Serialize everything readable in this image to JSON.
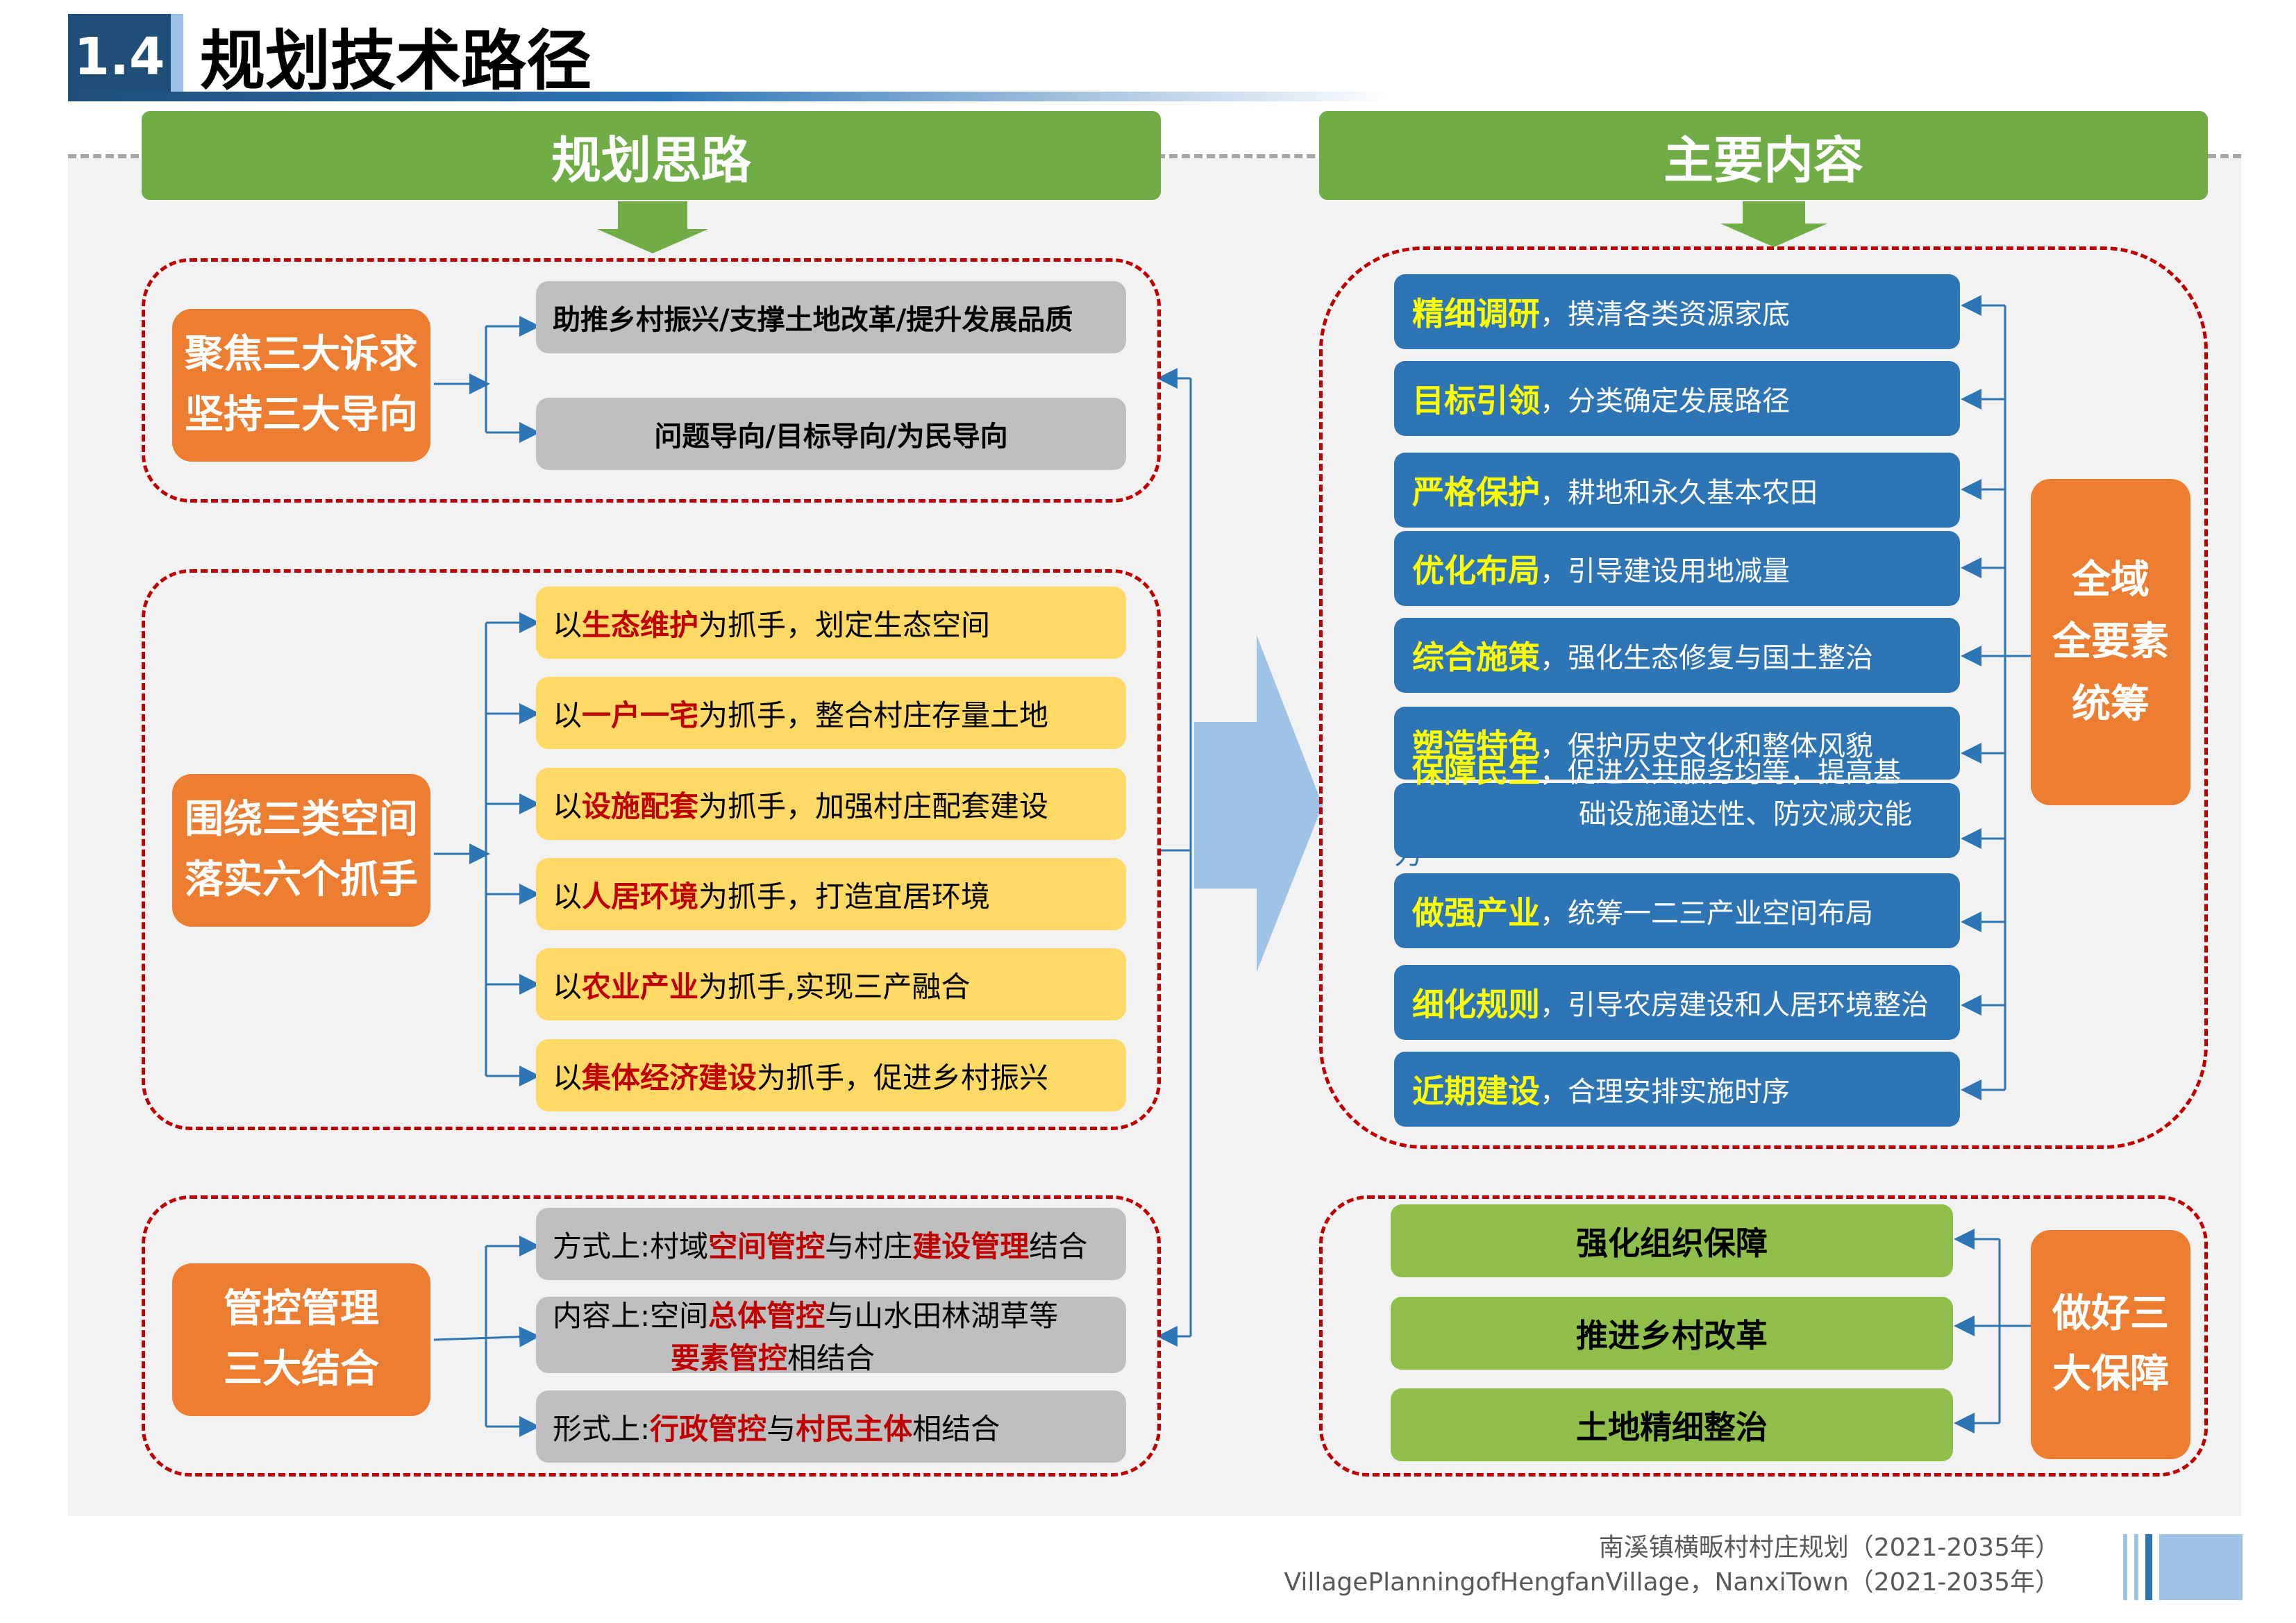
{
  "header": {
    "section_number": "1.4",
    "title": "规划技术路径"
  },
  "left": {
    "heading": "规划思路",
    "group1": {
      "badge": [
        "聚焦三大诉求",
        "坚持三大导向"
      ],
      "items": [
        "助推乡村振兴/支撑土地改革/提升发展品质",
        "问题导向/目标导向/为民导向"
      ]
    },
    "group2": {
      "badge": [
        "围绕三类空间",
        "落实六个抓手"
      ],
      "items": [
        {
          "pre": "以",
          "key": "生态维护",
          "post": "为抓手，划定生态空间"
        },
        {
          "pre": "以",
          "key": "一户一宅",
          "post": "为抓手，整合村庄存量土地"
        },
        {
          "pre": "以",
          "key": "设施配套",
          "post": "为抓手，加强村庄配套建设"
        },
        {
          "pre": "以",
          "key": "人居环境",
          "post": "为抓手，打造宜居环境"
        },
        {
          "pre": "以",
          "key": "农业产业",
          "post": "为抓手,实现三产融合"
        },
        {
          "pre": "以",
          "key": "集体经济建设",
          "post": "为抓手，促进乡村振兴"
        }
      ]
    },
    "group3": {
      "badge": [
        "管控管理",
        "三大结合"
      ],
      "item1": {
        "a": "方式上:村域",
        "b": "空间管控",
        "c": "与村庄",
        "d": "建设管理",
        "e": "结合"
      },
      "item2": {
        "a": "内容上:空间",
        "b": "总体管控",
        "c": "与山水田林湖草等",
        "d": "要素管控",
        "e": "相结合"
      },
      "item3": {
        "a": "形式上:",
        "b": "行政管控",
        "c": "与",
        "d": "村民主体",
        "e": "相结合"
      }
    }
  },
  "right": {
    "heading": "主要内容",
    "blue_items": [
      {
        "key": "精细调研",
        "text": "，摸清各类资源家底"
      },
      {
        "key": "目标引领",
        "text": "，分类确定发展路径"
      },
      {
        "key": "严格保护",
        "text": "，耕地和永久基本农田"
      },
      {
        "key": "优化布局",
        "text": "，引导建设用地减量"
      },
      {
        "key": "综合施策",
        "text": "，强化生态修复与国土整治"
      },
      {
        "key": "塑造特色",
        "text": "，保护历史文化和整体风貌"
      },
      {
        "key": "保障民生",
        "text": "，促进公共服务均等，提高基",
        "line2": "础设施通达性、防灾减灾能",
        "line3": "力"
      },
      {
        "key": "做强产业",
        "text": "，统筹一二三产业空间布局"
      },
      {
        "key": "细化规则",
        "text": "，引导农房建设和人居环境整治"
      },
      {
        "key": "近期建设",
        "text": "，合理安排实施时序"
      }
    ],
    "badge_top": [
      "全域",
      "全要素",
      "统筹"
    ],
    "green_items": [
      "强化组织保障",
      "推进乡村改革",
      "土地精细整治"
    ],
    "badge_bottom": [
      "做好三",
      "大保障"
    ]
  },
  "footer": {
    "cn": "南溪镇横畈村村庄规划（2021-2035年）",
    "en": "VillagePlanningofHengfanVillage，NanxiTown（2021-2035年）"
  },
  "colors": {
    "navy": "#1f4e79",
    "green": "#70ad47",
    "orange": "#ed7d31",
    "blue": "#2e75b6",
    "yellow": "#ffd966",
    "red": "#c00000"
  }
}
